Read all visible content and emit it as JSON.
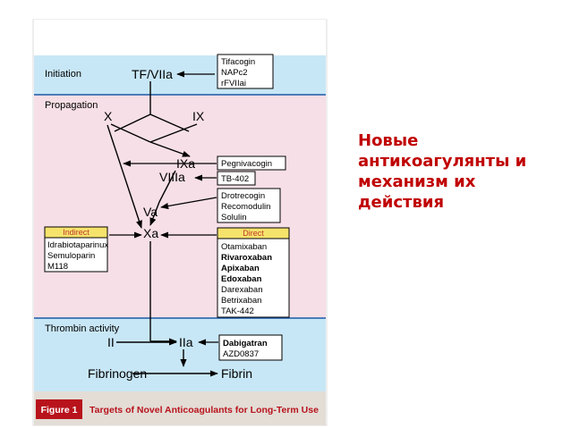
{
  "slide": {
    "title_lines": [
      "Новые",
      "антикоагулянты и",
      "механизм их",
      "действия"
    ]
  },
  "figure": {
    "sections": {
      "initiation": "Initiation",
      "propagation": "Propagation",
      "thrombin": "Thrombin activity"
    },
    "factors": {
      "tf_viia": "TF/VIIa",
      "x": "X",
      "ix": "IX",
      "ixa": "IXa",
      "viiia": "VIIIa",
      "va": "Va",
      "xa": "Xa",
      "ii": "II",
      "iia": "IIa",
      "fibrinogen": "Fibrinogen",
      "fibrin": "Fibrin"
    },
    "boxes": {
      "tf_drugs": [
        "Tifacogin",
        "NAPc2",
        "rFVIIai"
      ],
      "ixa_drugs": [
        "Pegnivacogin"
      ],
      "viiia_drugs": [
        "TB-402"
      ],
      "va_drugs": [
        "Drotrecogin",
        "Recomodulin",
        "Solulin"
      ],
      "indirect_header": "Indirect",
      "indirect_drugs": [
        "Idrabiotaparinux",
        "Semuloparin",
        "M118"
      ],
      "direct_header": "Direct",
      "direct_drugs": [
        "Otamixaban",
        "Rivaroxaban",
        "Apixaban",
        "Edoxaban",
        "Darexaban",
        "Betrixaban",
        "TAK-442"
      ],
      "thrombin_drugs": [
        "Dabigatran",
        "AZD0837"
      ]
    },
    "caption": {
      "label": "Figure 1",
      "text": "Targets of Novel Anticoagulants for Long-Term Use"
    },
    "colors": {
      "band_blue": "#c8e7f6",
      "band_pink": "#f6dfe6",
      "line_blue": "#1b5aa5",
      "header_yellow": "#f6e36c",
      "caption_bg": "#e3ddd6",
      "caption_red": "#b8131c",
      "title_red": "#c00000"
    }
  }
}
